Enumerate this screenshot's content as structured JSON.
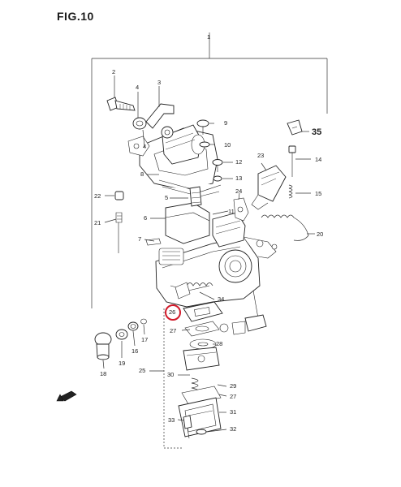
{
  "figure": {
    "title": "FIG.10",
    "highlight_color": "#d11a2a",
    "ink_color": "#222222"
  },
  "callouts": {
    "c1": "1",
    "c2": "2",
    "c3": "3",
    "c4a": "4",
    "c4b": "4",
    "c5": "5",
    "c6": "6",
    "c7": "7",
    "c8": "8",
    "c9": "9",
    "c10": "10",
    "c11": "11",
    "c12": "12",
    "c13": "13",
    "c14": "14",
    "c15": "15",
    "c16": "16",
    "c17": "17",
    "c18": "18",
    "c19": "19",
    "c20": "20",
    "c21": "21",
    "c22": "22",
    "c23": "23",
    "c24": "24",
    "c25": "25",
    "c26": "26",
    "c27a": "27",
    "c27b": "27",
    "c28": "28",
    "c29": "29",
    "c30": "30",
    "c31": "31",
    "c32": "32",
    "c33": "33",
    "c34": "34",
    "c35": "35"
  }
}
